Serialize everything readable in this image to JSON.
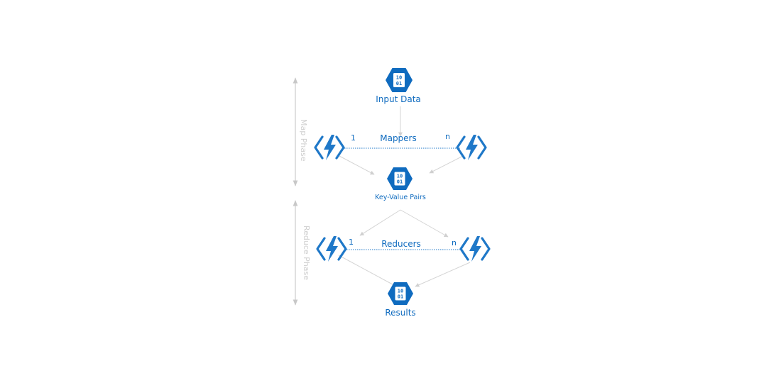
{
  "nodes": {
    "input": {
      "label": "Input Data",
      "bits_top": "10",
      "bits_bottom": "01"
    },
    "kv": {
      "label": "Key-Value Pairs",
      "bits_top": "10",
      "bits_bottom": "01"
    },
    "results": {
      "label": "Results",
      "bits_top": "10",
      "bits_bottom": "01"
    }
  },
  "mappers": {
    "label": "Mappers",
    "first": "1",
    "last": "n"
  },
  "reducers": {
    "label": "Reducers",
    "first": "1",
    "last": "n"
  },
  "phases": {
    "map": "Map Phase",
    "reduce": "Reduce Phase"
  },
  "colors": {
    "accent": "#1f78c8",
    "connector": "#d4d4d4",
    "phase": "#cccccc"
  },
  "icons": {
    "data": "data-hexagon-icon",
    "function": "azure-function-icon"
  }
}
